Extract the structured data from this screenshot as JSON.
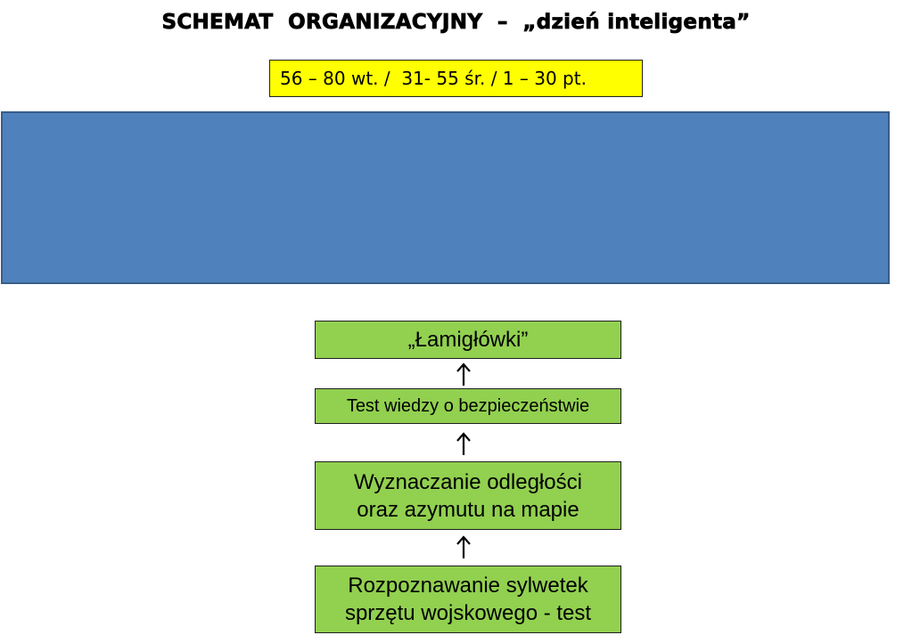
{
  "title": "SCHEMAT  ORGANIZACYJNY  –  „dzień inteligenta”",
  "score_ranges": "56 – 80 wt. /  31- 55 śr. / 1 – 30 pt.",
  "steps": [
    {
      "label_lines": [
        "„Łamigłówki”"
      ]
    },
    {
      "label_lines": [
        "Test wiedzy o bezpieczeństwie"
      ]
    },
    {
      "label_lines": [
        "Wyznaczanie odległości",
        "oraz azymutu na mapie"
      ]
    },
    {
      "label_lines": [
        "Rozpoznawanie sylwetek",
        "sprzętu wojskowego - test"
      ]
    }
  ],
  "colors": {
    "score_box": "#ffff00",
    "panel": "#4f81bd",
    "step_box": "#92d050"
  },
  "icons": [
    "arrow-up-icon",
    "arrow-up-icon",
    "arrow-up-icon"
  ]
}
